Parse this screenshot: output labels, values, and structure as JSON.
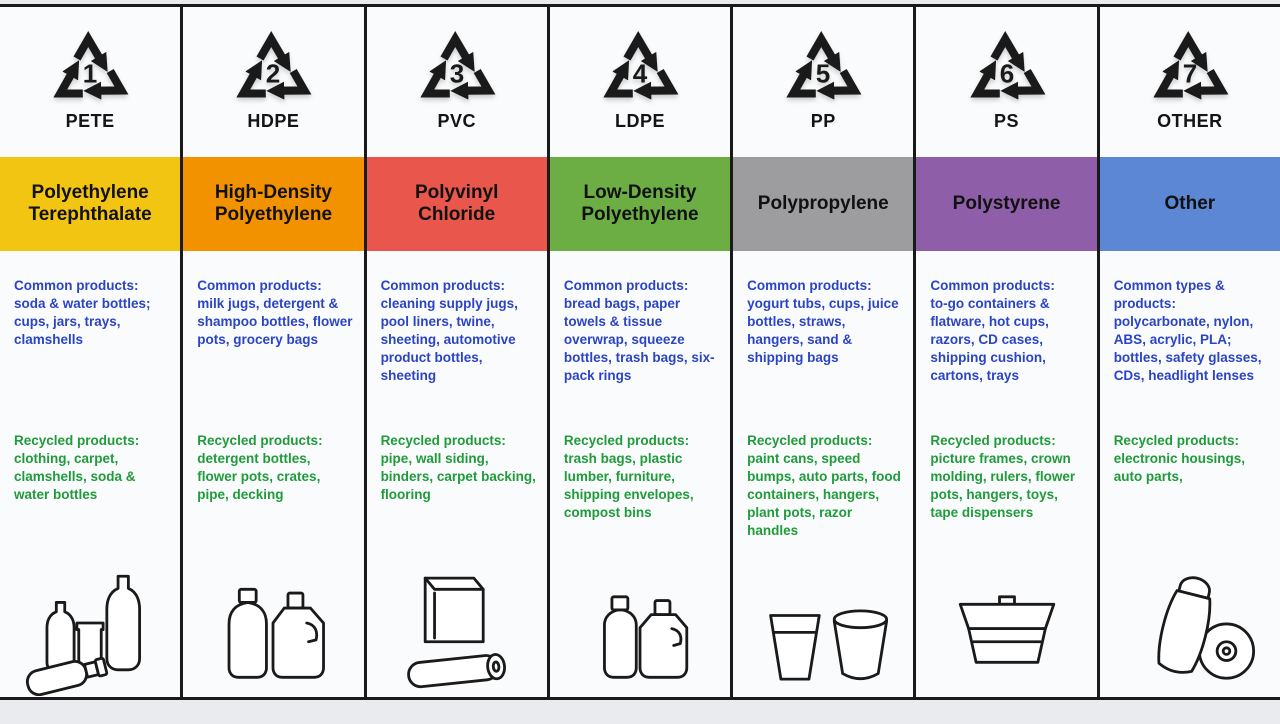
{
  "colors": {
    "common_text": "#2b44c4",
    "recycled_text": "#1f9b3a",
    "line": "#1a1a1a"
  },
  "columns": [
    {
      "number": "1",
      "code": "PETE",
      "name": "Polyethylene Terephthalate",
      "banner_color": "#f3c513",
      "common_label": "Common products:",
      "common_text": "soda & water bottles; cups, jars, trays, clamshells",
      "recycled_label": "Recycled products:",
      "recycled_text": "clothing, carpet, clamshells, soda & water bottles",
      "icon": "bottles-jars-icon"
    },
    {
      "number": "2",
      "code": "HDPE",
      "name": "High-Density Polyethylene",
      "banner_color": "#f39200",
      "common_label": "Common products:",
      "common_text": "milk jugs, detergent & shampoo bottles, flower pots, grocery bags",
      "recycled_label": "Recycled products:",
      "recycled_text": "detergent bottles, flower pots, crates, pipe, decking",
      "icon": "jugs-icon"
    },
    {
      "number": "3",
      "code": "PVC",
      "name": "Polyvinyl Chloride",
      "banner_color": "#e8564c",
      "common_label": "Common products:",
      "common_text": "cleaning supply jugs, pool liners, twine, sheeting, automotive product bottles, sheeting",
      "recycled_label": "Recycled products:",
      "recycled_text": "pipe, wall siding, binders, carpet backing, flooring",
      "icon": "bag-sheeting-roll-icon"
    },
    {
      "number": "4",
      "code": "LDPE",
      "name": "Low-Density Polyethylene",
      "banner_color": "#6cae44",
      "common_label": "Common products:",
      "common_text": "bread bags, paper towels & tissue overwrap, squeeze bottles, trash bags, six-pack rings",
      "recycled_label": "Recycled products:",
      "recycled_text": "trash bags, plastic lumber, furniture, shipping envelopes, compost bins",
      "icon": "squeeze-bottle-jug-icon"
    },
    {
      "number": "5",
      "code": "PP",
      "name": "Polypropylene",
      "banner_color": "#9d9da0",
      "common_label": "Common products:",
      "common_text": "yogurt tubs, cups, juice bottles, straws, hangers, sand & shipping bags",
      "recycled_label": "Recycled products:",
      "recycled_text": "paint cans, speed bumps, auto parts, food containers, hangers, plant pots, razor handles",
      "icon": "cup-tub-icon"
    },
    {
      "number": "6",
      "code": "PS",
      "name": "Polystyrene",
      "banner_color": "#8e5fa8",
      "common_label": "Common products:",
      "common_text": "to-go containers & flatware, hot cups, razors, CD cases, shipping cushion, cartons, trays",
      "recycled_label": "Recycled products:",
      "recycled_text": "picture frames, crown molding, rulers, flower pots, hangers, toys, tape dispensers",
      "icon": "clamshell-container-icon"
    },
    {
      "number": "7",
      "code": "OTHER",
      "name": "Other",
      "banner_color": "#5b87d5",
      "common_label": "Common types & products:",
      "common_text": "polycarbonate, nylon, ABS, acrylic, PLA; bottles, safety glasses, CDs, headlight lenses",
      "recycled_label": "Recycled products:",
      "recycled_text": "electronic housings, auto parts,",
      "icon": "bottle-cd-icon"
    }
  ]
}
